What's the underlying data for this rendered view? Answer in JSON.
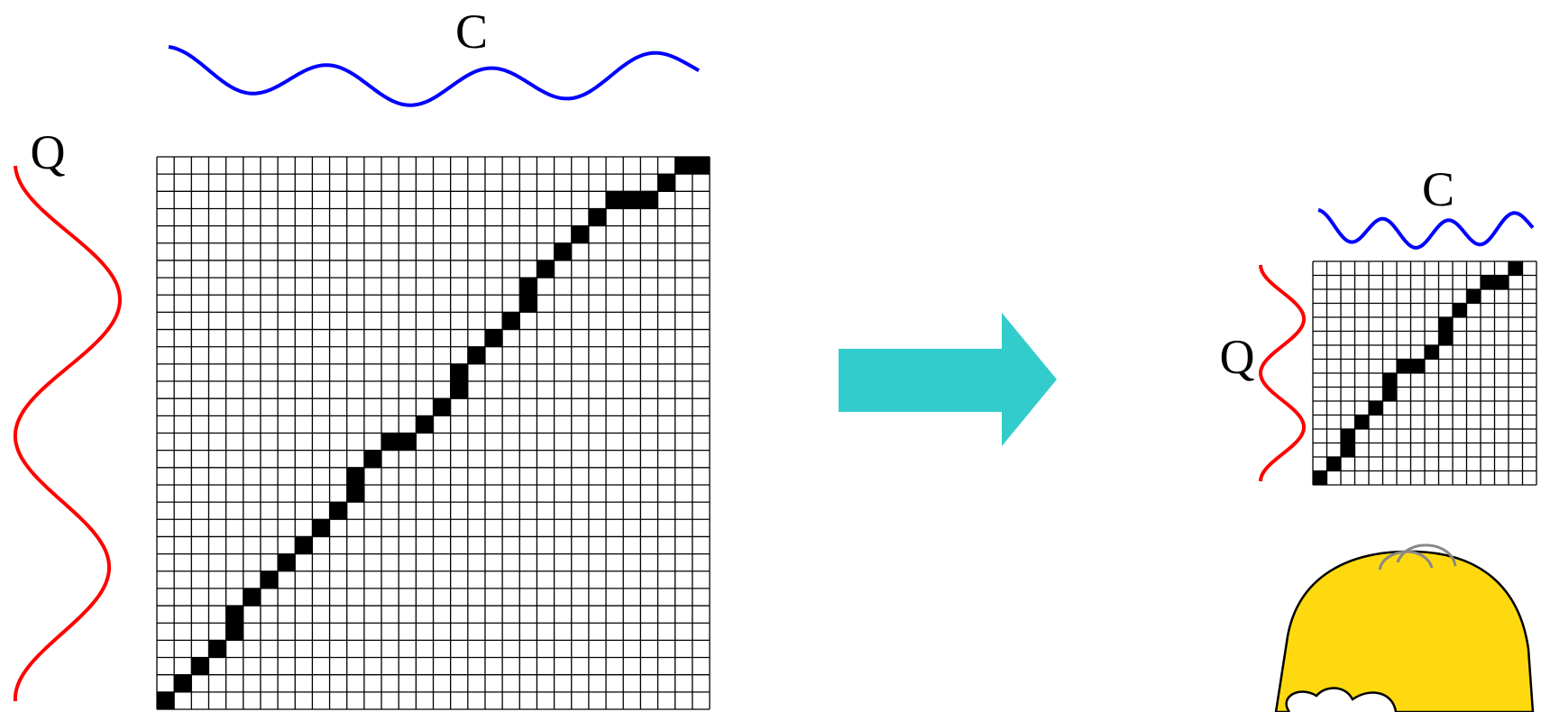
{
  "left_panel": {
    "query_label": "Q",
    "candidate_label": "C",
    "grid_cells": 32,
    "warping_path": [
      [
        0,
        0
      ],
      [
        1,
        1
      ],
      [
        2,
        2
      ],
      [
        3,
        3
      ],
      [
        4,
        4
      ],
      [
        4,
        5
      ],
      [
        5,
        6
      ],
      [
        6,
        7
      ],
      [
        7,
        8
      ],
      [
        8,
        9
      ],
      [
        9,
        10
      ],
      [
        10,
        11
      ],
      [
        11,
        12
      ],
      [
        11,
        13
      ],
      [
        12,
        14
      ],
      [
        13,
        15
      ],
      [
        14,
        15
      ],
      [
        15,
        16
      ],
      [
        16,
        17
      ],
      [
        17,
        18
      ],
      [
        17,
        19
      ],
      [
        18,
        20
      ],
      [
        19,
        21
      ],
      [
        20,
        22
      ],
      [
        21,
        23
      ],
      [
        21,
        24
      ],
      [
        22,
        25
      ],
      [
        23,
        26
      ],
      [
        24,
        27
      ],
      [
        25,
        28
      ],
      [
        26,
        29
      ],
      [
        27,
        29
      ],
      [
        28,
        29
      ],
      [
        29,
        30
      ],
      [
        30,
        31
      ],
      [
        31,
        31
      ]
    ]
  },
  "right_panel": {
    "query_label": "Q",
    "candidate_label": "C",
    "grid_cells": 16,
    "warping_path": [
      [
        0,
        0
      ],
      [
        1,
        1
      ],
      [
        2,
        2
      ],
      [
        2,
        3
      ],
      [
        3,
        4
      ],
      [
        4,
        5
      ],
      [
        5,
        6
      ],
      [
        5,
        7
      ],
      [
        6,
        8
      ],
      [
        7,
        8
      ],
      [
        8,
        9
      ],
      [
        9,
        10
      ],
      [
        9,
        11
      ],
      [
        10,
        12
      ],
      [
        11,
        13
      ],
      [
        12,
        14
      ],
      [
        13,
        14
      ],
      [
        14,
        15
      ]
    ]
  },
  "arrow": {
    "color": "#33CCCC"
  },
  "colors": {
    "query_wave": "#FF0000",
    "candidate_wave": "#0000FF",
    "path_cell": "#000000",
    "grid_line": "#000000"
  },
  "icons": {
    "character": "homer-head-icon"
  }
}
